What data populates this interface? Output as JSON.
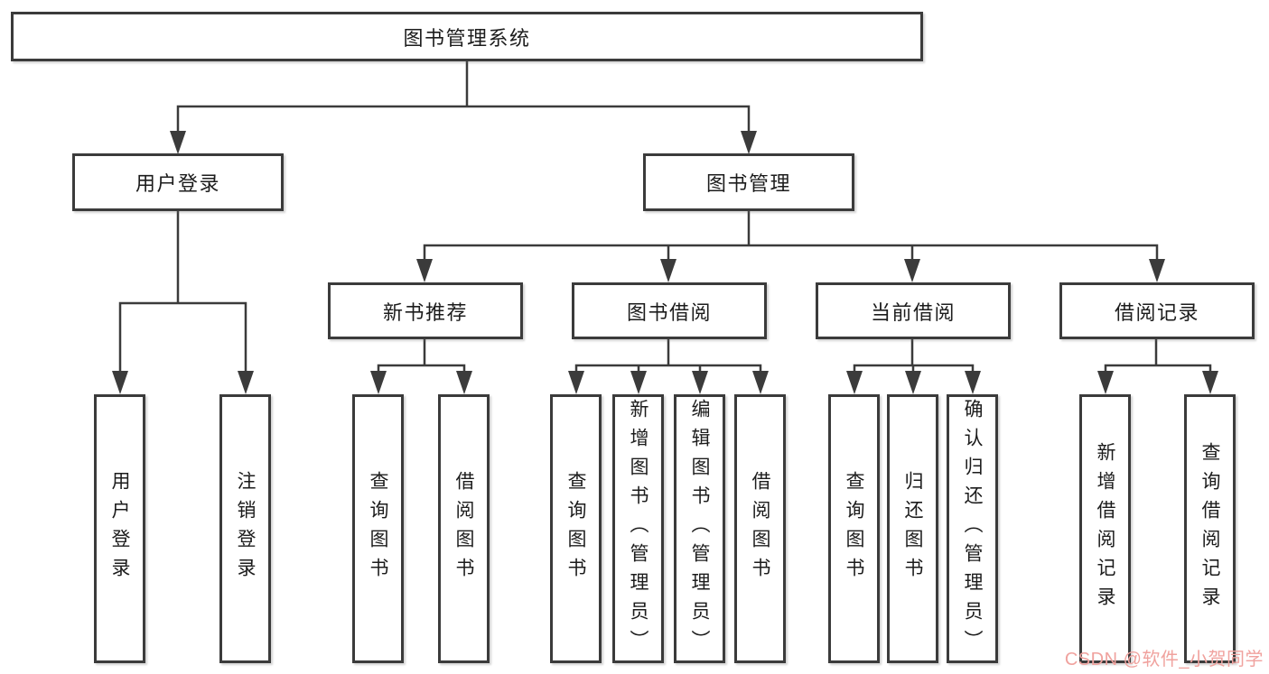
{
  "diagram": {
    "root": {
      "label": "图书管理系统"
    },
    "level2": [
      {
        "label": "用户登录"
      },
      {
        "label": "图书管理"
      }
    ],
    "level3": [
      {
        "label": "新书推荐",
        "parent": "图书管理"
      },
      {
        "label": "图书借阅",
        "parent": "图书管理"
      },
      {
        "label": "当前借阅",
        "parent": "图书管理"
      },
      {
        "label": "借阅记录",
        "parent": "图书管理"
      }
    ],
    "leaves": [
      {
        "label": "用户登录",
        "parent": "用户登录"
      },
      {
        "label": "注销登录",
        "parent": "用户登录"
      },
      {
        "label": "查询图书",
        "parent": "新书推荐"
      },
      {
        "label": "借阅图书",
        "parent": "新书推荐"
      },
      {
        "label": "查询图书",
        "parent": "图书借阅"
      },
      {
        "label": "新增图书（管理员）",
        "parent": "图书借阅"
      },
      {
        "label": "编辑图书（管理员）",
        "parent": "图书借阅"
      },
      {
        "label": "借阅图书",
        "parent": "图书借阅"
      },
      {
        "label": "查询图书",
        "parent": "当前借阅"
      },
      {
        "label": "归还图书",
        "parent": "当前借阅"
      },
      {
        "label": "确认归还（管理员）",
        "parent": "当前借阅"
      },
      {
        "label": "新增借阅记录",
        "parent": "借阅记录"
      },
      {
        "label": "查询借阅记录",
        "parent": "借阅记录"
      }
    ]
  },
  "watermark": {
    "text": "CSDN @软件_小贺同学"
  },
  "colors": {
    "line": "#3b3b3b",
    "border": "#3b3b3b",
    "background": "#ffffff",
    "text": "#1c1c1c",
    "watermark": "#f0a29e"
  }
}
